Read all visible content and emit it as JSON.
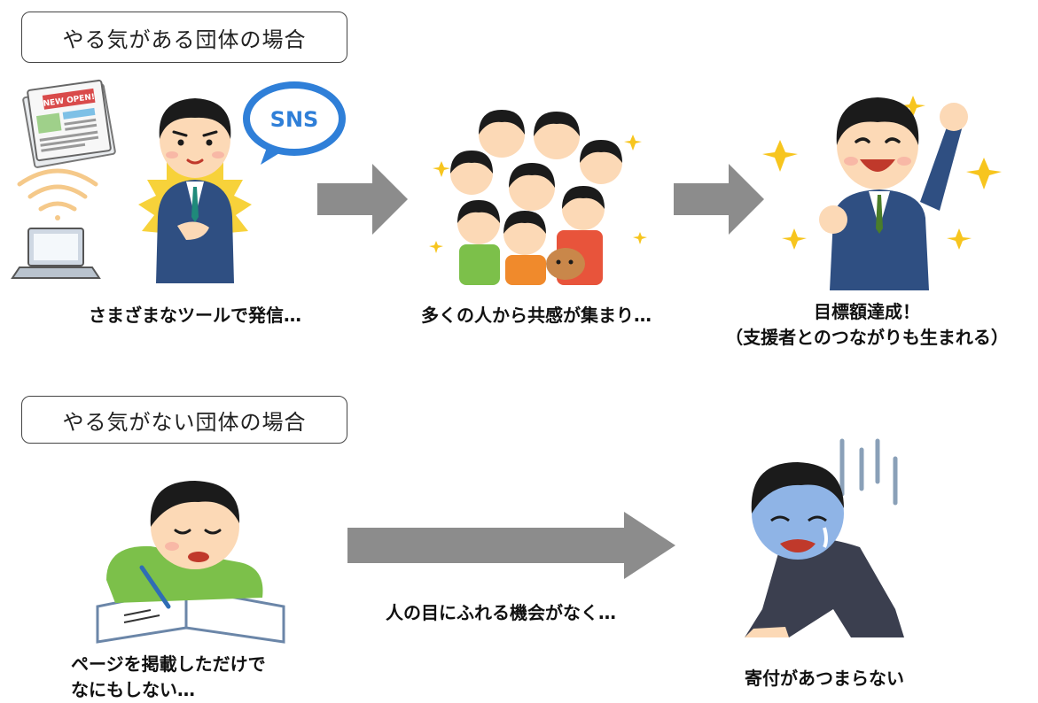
{
  "sections": {
    "motivated": {
      "label": "やる気がある団体の場合",
      "captions": {
        "step1": "さまざまなツールで発信…",
        "step2": "多くの人から共感が集まり…",
        "step3_line1": "目標額達成！",
        "step3_line2": "（支援者とのつながりも生まれる）"
      },
      "icons": {
        "newspaper_text": "NEW OPEN!",
        "speech_bubble_text": "SNS"
      }
    },
    "unmotivated": {
      "label": "やる気がない団体の場合",
      "captions": {
        "step1_line1": "ページを掲載しただけで",
        "step1_line2": "なにもしない…",
        "arrow_text": "人の目にふれる機会がなく…",
        "step2": "寄付があつまらない"
      }
    }
  },
  "colors": {
    "arrow": "#8c8c8c",
    "suit_blue": "#2f4f82",
    "skin": "#fcd9b6",
    "hair": "#1b1b1b",
    "star": "#f7c51e",
    "sns_blue": "#2f7fd8",
    "green_shirt": "#7cc04a"
  }
}
